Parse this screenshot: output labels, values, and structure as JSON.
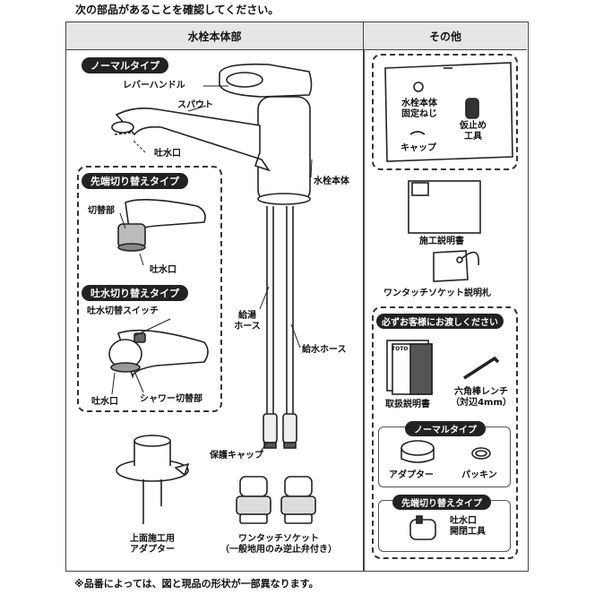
{
  "intro": "次の部品があることを確認してください。",
  "headers": {
    "main": "水栓本体部",
    "other": "その他"
  },
  "main": {
    "normal_type": "ノーマルタイプ",
    "lever_handle": "レバーハンドル",
    "spout": "スパウト",
    "outlet": "吐水口",
    "body": "水栓本体",
    "tip_switch_type": "先端切り替えタイプ",
    "switch_part": "切替部",
    "tip_outlet": "吐水口",
    "outlet_switch_type": "吐水切り替えタイプ",
    "outlet_switch": "吐水切替スイッチ",
    "shower_outlet": "吐水口",
    "shower_switch": "シャワー切替部",
    "hot_hose_1": "給湯",
    "hot_hose_2": "ホース",
    "cold_hose": "給水ホース",
    "protect_cap": "保護キャップ",
    "adapter_1": "上面施工用",
    "adapter_2": "アダプター",
    "socket_1": "ワンタッチソケット",
    "socket_2": "（一般地用のみ逆止弁付き）"
  },
  "other": {
    "fixing_screw_1": "水栓本体",
    "fixing_screw_2": "固定ねじ",
    "stop_tool_1": "仮止め",
    "stop_tool_2": "工具",
    "cap": "キャップ",
    "install_manual": "施工説明書",
    "socket_tag": "ワンタッチソケット説明札",
    "hand_over": "必ずお客様にお渡しください",
    "manual": "取扱説明書",
    "manual_brand": "TOTO",
    "hex_wrench_1": "六角棒レンチ",
    "hex_wrench_2": "（対辺4mm）",
    "normal_type": "ノーマルタイプ",
    "adapter": "アダプター",
    "packing": "パッキン",
    "tip_switch_type": "先端切り替えタイプ",
    "outlet_tool_1": "吐水口",
    "outlet_tool_2": "開閉工具"
  },
  "footnote": "※品番によっては、図と現品の形状が一部異なります。"
}
